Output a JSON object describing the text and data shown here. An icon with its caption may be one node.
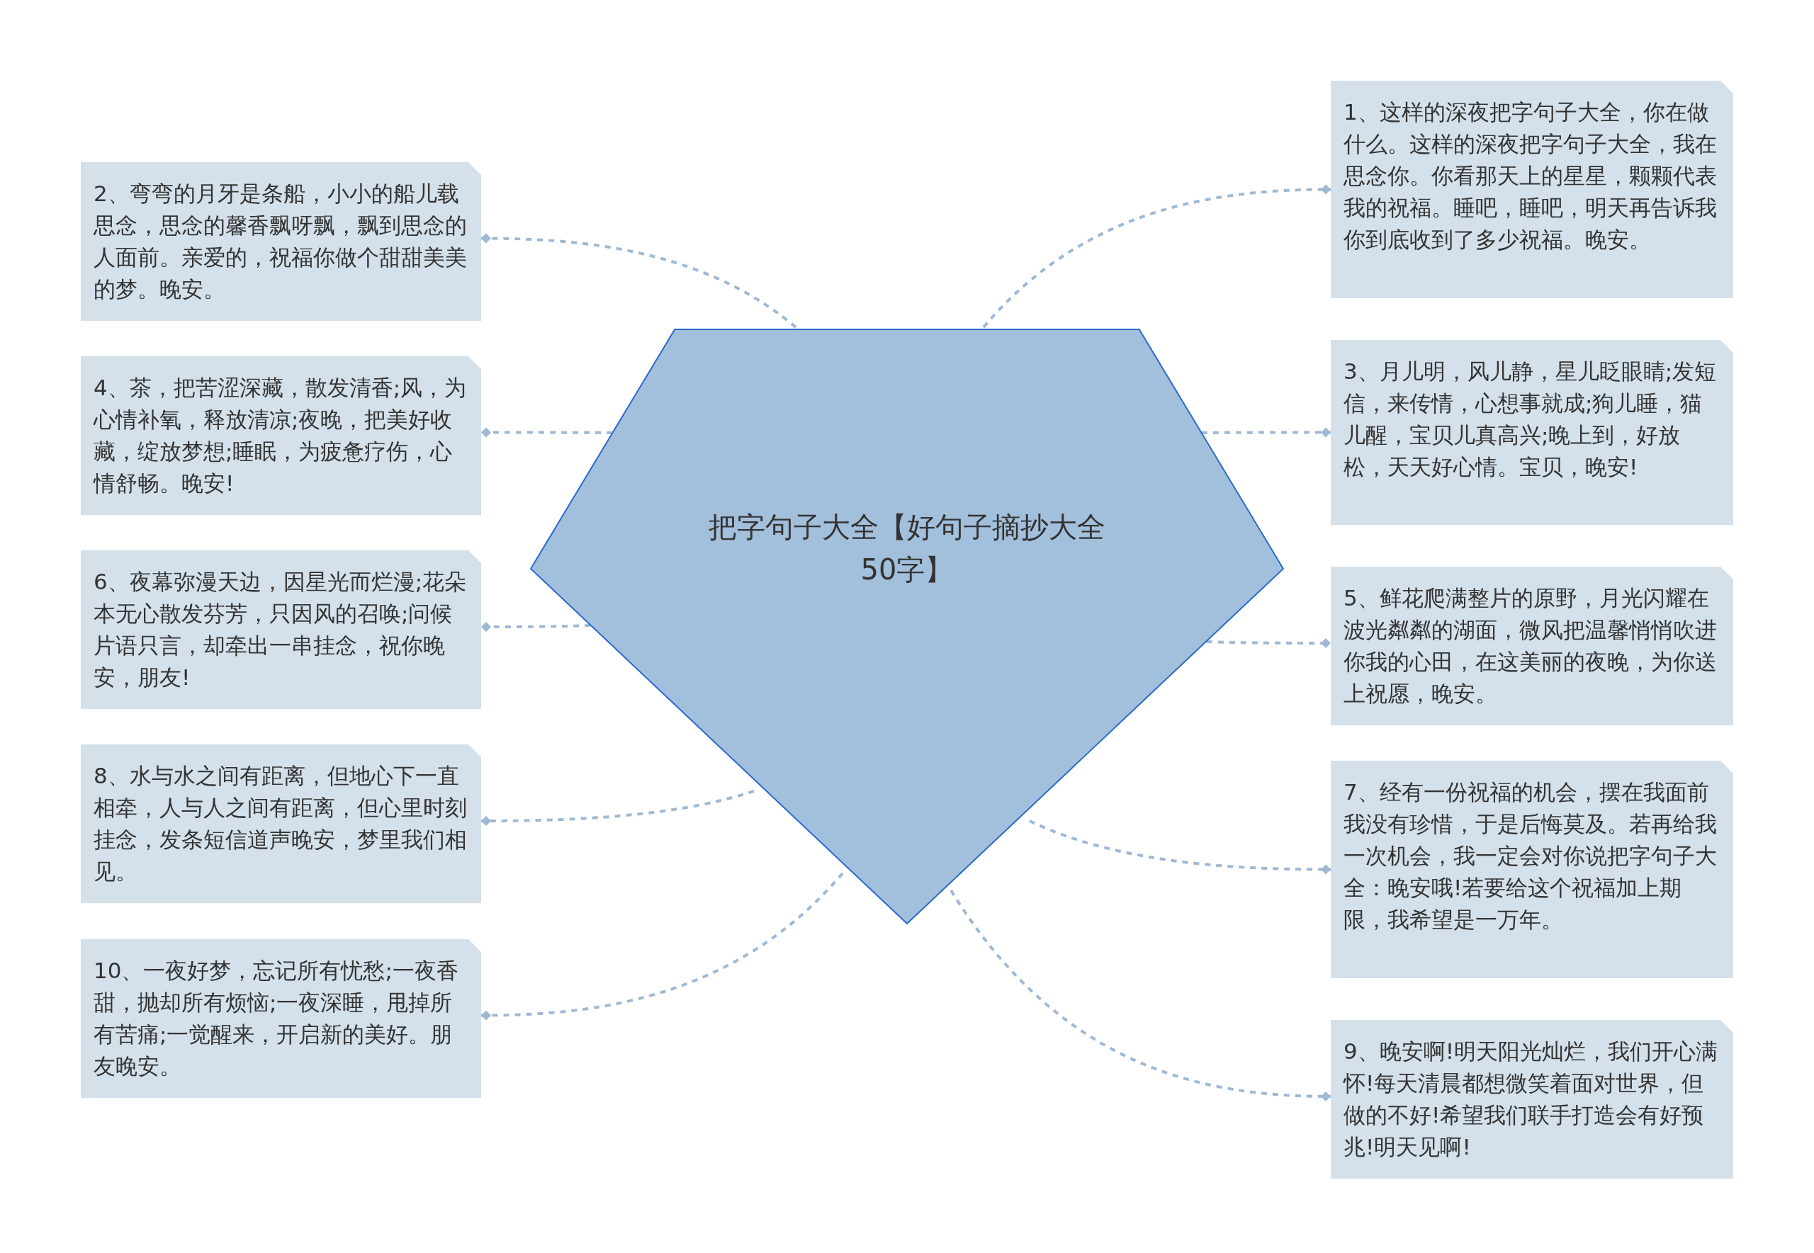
{
  "diagram": {
    "nodes": [
      {
        "text": [
          "把字句子大全【好句子摘抄大全50字】"
        ]
      },
      {
        "text": [
          "1、这样的深夜把字句子大全，你在做什么。这样的深夜把字句子大全，我在思念你。你看那天上的星星，颗颗代表我的祝福。睡吧，睡吧，明天再告诉我你到底收到了多少祝福。晚安。"
        ]
      },
      {
        "text": [
          "2、弯弯的月牙是条船，小小的船儿载思念，思念的馨香飘呀飘，飘到思念的人面前。亲爱的，祝福你做个甜甜美美的梦。晚安。"
        ]
      },
      {
        "text": [
          "3、月儿明，风儿静，星儿眨眼睛;发短信，来传情，心想事就成;狗儿睡，猫儿醒，宝贝儿真高兴;晚上到，好放松，天天好心情。宝贝，晚安!"
        ]
      },
      {
        "text": [
          "4、茶，把苦涩深藏，散发清香;风，为心情补氧，释放清凉;夜晚，把美好收藏，绽放梦想;睡眠，为疲惫疗伤，心情舒畅。晚安!"
        ]
      },
      {
        "text": [
          "5、鲜花爬满整片的原野，月光闪耀在波光粼粼的湖面，微风把温馨悄悄吹进你我的心田，在这美丽的夜晚，为你送上祝愿，晚安。"
        ]
      },
      {
        "text": [
          "6、夜幕弥漫天边，因星光而烂漫;花朵本无心散发芬芳，只因风的召唤;问候片语只言，却牵出一串挂念，祝你晚安，朋友!"
        ]
      },
      {
        "text": [
          "7、经有一份祝福的机会，摆在我面前我没有珍惜，于是后悔莫及。若再给我一次机会，我一定会对你说把字句子大全：晚安哦!若要给这个祝福加上期限，我希望是一万年。"
        ]
      },
      {
        "text": [
          "8、水与水之间有距离，但地心下一直相牵，人与人之间有距离，但心里时刻挂念，发条短信道声晚安，梦里我们相见。"
        ]
      },
      {
        "text": [
          "9、晚安啊!明天阳光灿烂，我们开心满怀!每天清晨都想微笑着面对世界，但做的不好!希望我们联手打造会有好预兆!明天见啊!"
        ]
      },
      {
        "text": [
          "10、一夜好梦，忘记所有忧愁;一夜香甜，抛却所有烦恼;一夜深睡，甩掉所有苦痛;一觉醒来，开启新的美好。朋友晚安。"
        ]
      }
    ],
    "edges": [
      {
        "from": 0,
        "to": 1,
        "arrow": "other",
        "style": "dashed"
      },
      {
        "from": 0,
        "to": 2,
        "arrow": "other",
        "style": "dashed"
      },
      {
        "from": 0,
        "to": 3,
        "arrow": "other",
        "style": "dashed"
      },
      {
        "from": 0,
        "to": 4,
        "arrow": "other",
        "style": "dashed"
      },
      {
        "from": 0,
        "to": 5,
        "arrow": "other",
        "style": "dashed"
      },
      {
        "from": 0,
        "to": 6,
        "arrow": "other",
        "style": "dashed"
      },
      {
        "from": 0,
        "to": 7,
        "arrow": "other",
        "style": "dashed"
      },
      {
        "from": 0,
        "to": 8,
        "arrow": "other",
        "style": "dashed"
      },
      {
        "from": 0,
        "to": 9,
        "arrow": "other",
        "style": "dashed"
      },
      {
        "from": 0,
        "to": 10,
        "arrow": "other",
        "style": "dashed"
      }
    ]
  }
}
